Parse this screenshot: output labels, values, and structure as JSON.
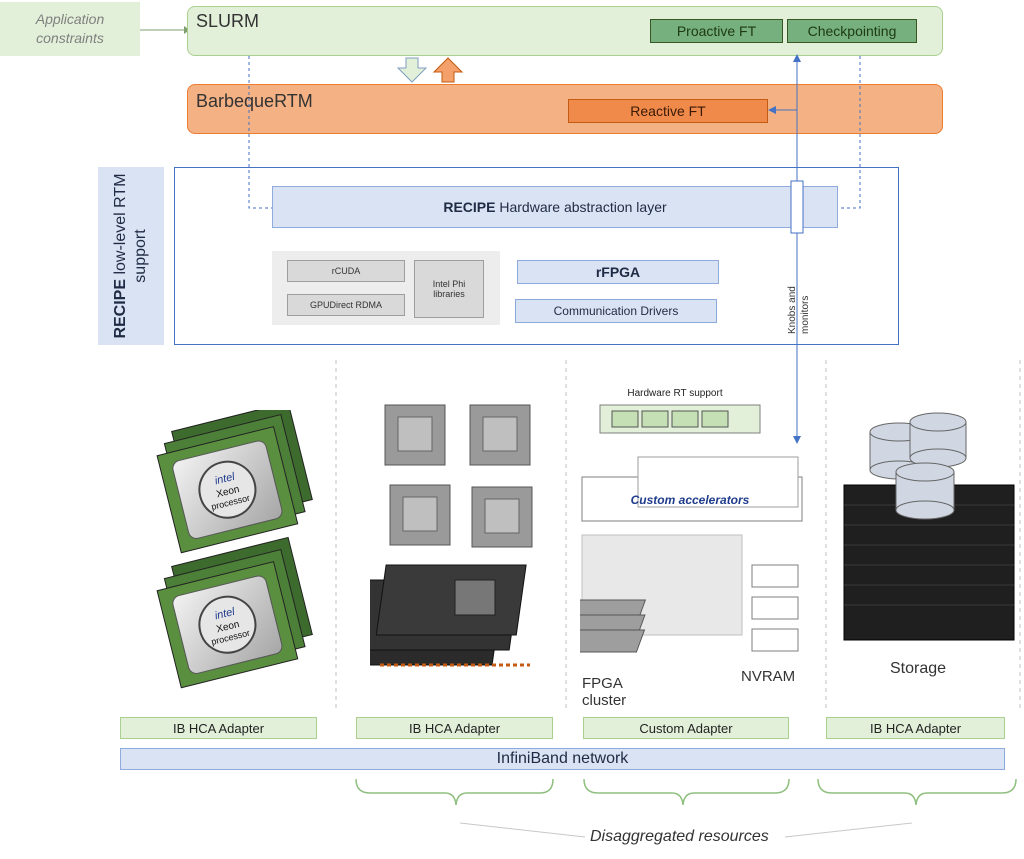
{
  "app_constraints": [
    "Application",
    "constraints"
  ],
  "slurm": {
    "title": "SLURM",
    "proactive": "Proactive FT",
    "checkpointing": "Checkpointing"
  },
  "bbq": {
    "title": "BarbequeRTM",
    "reactive": "Reactive FT"
  },
  "recipe_side": {
    "bold": "RECIPE",
    "rest_line1": " low-level RTM",
    "line2": "support"
  },
  "hal": {
    "bold": "RECIPE",
    "rest": " Hardware abstraction layer"
  },
  "rcuda": "rCUDA",
  "gpudirect": "GPUDirect RDMA",
  "intel_phi": [
    "Intel Phi",
    "libraries"
  ],
  "rfpga": "rFPGA",
  "comm_drivers": "Communication Drivers",
  "knobs": [
    "Knobs and",
    "monitors"
  ],
  "hw_rt": "Hardware RT support",
  "custom_acc": "Custom accelerators",
  "fpga_cluster": [
    "FPGA",
    "cluster"
  ],
  "nvram": "NVRAM",
  "storage": "Storage",
  "xeon": [
    "intel",
    "Xeon",
    "processor"
  ],
  "adapters": [
    "IB HCA Adapter",
    "IB HCA Adapter",
    "Custom Adapter",
    "IB HCA Adapter"
  ],
  "network": "InfiniBand network",
  "disaggregated": "Disaggregated resources",
  "colors": {
    "green_light": "#e2f0d9",
    "green_dark": "#76b07f",
    "orange_light": "#f4b183",
    "orange_dark": "#f08a4b",
    "blue_light": "#dae3f3",
    "blue_border": "#8faadc"
  }
}
